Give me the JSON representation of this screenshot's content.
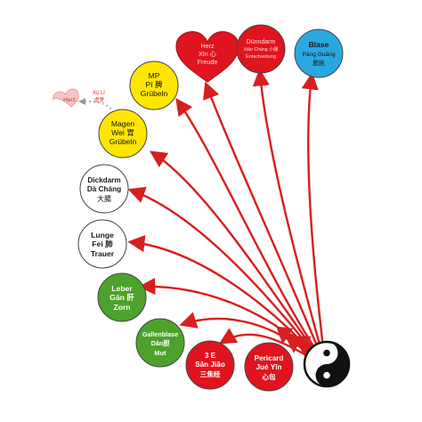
{
  "colors": {
    "arrow": "#d81e1e",
    "red": "#e0141e",
    "yellow": "#ffe600",
    "blue": "#29a8e0",
    "green": "#4ca22a",
    "white": "#ffffff",
    "outline": "#444444",
    "dotted": "#b0b0b0",
    "heart_small_fill": "#f7c5c5"
  },
  "nodes": {
    "herz": {
      "lines": [
        "Herz",
        "Xīn 心",
        "Freude"
      ]
    },
    "duenndarm": {
      "lines": [
        "Dünndarm",
        "Xiǎo Cháng 小腸",
        "Entscheidung"
      ]
    },
    "blase": {
      "lines": [
        "Blase",
        "Pāng Guāng",
        "膀胱"
      ]
    },
    "mp": {
      "lines": [
        "MP",
        "Pí 脾",
        "Grübeln"
      ]
    },
    "magen": {
      "lines": [
        "Magen",
        "Wei 胃",
        "Grübeln"
      ]
    },
    "dickdarm": {
      "lines": [
        "Dickdarm",
        "Dà Cháng",
        "大腸"
      ]
    },
    "lunge": {
      "lines": [
        "Lunge",
        "Fei 肺",
        "Trauer"
      ]
    },
    "leber": {
      "lines": [
        "Leber",
        "Gān 肝",
        "Zorn"
      ]
    },
    "gallenblase": {
      "lines": [
        "Gallenblase",
        "Dǎn胆",
        "Mut"
      ]
    },
    "sanjiao": {
      "lines": [
        "3 E",
        "Sān Jiāo",
        "三焦经"
      ]
    },
    "pericard": {
      "lines": [
        "Pericard",
        "Jué Yīn",
        "心包"
      ]
    }
  },
  "small_heart": {
    "label": "Herz"
  },
  "small_label": {
    "lines": [
      "Xū Lǐ",
      "虚里"
    ]
  },
  "yinyang_icon": "yin-yang-icon"
}
